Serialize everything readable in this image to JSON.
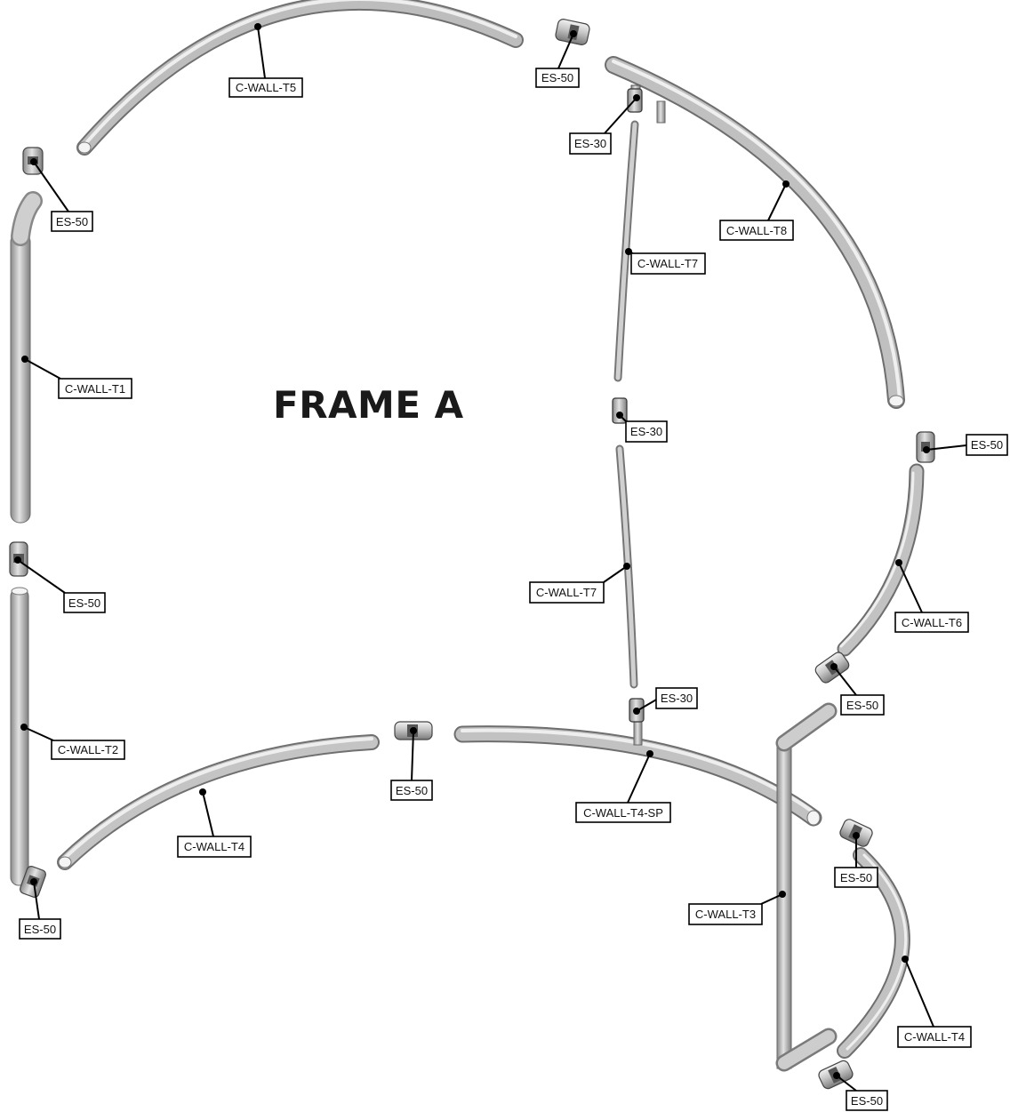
{
  "title": "FRAME A",
  "labels": {
    "t5": "C-WALL-T5",
    "es50_top": "ES-50",
    "es30_top": "ES-30",
    "es50_left_top": "ES-50",
    "t8": "C-WALL-T8",
    "t7_upper": "C-WALL-T7",
    "t1": "C-WALL-T1",
    "es30_mid": "ES-30",
    "es50_right": "ES-50",
    "es50_left_mid": "ES-50",
    "t7_lower": "C-WALL-T7",
    "t6": "C-WALL-T6",
    "es50_t6_bottom": "ES-50",
    "es30_bottom": "ES-30",
    "t2": "C-WALL-T2",
    "es50_center": "ES-50",
    "t4sp": "C-WALL-T4-SP",
    "t4_left": "C-WALL-T4",
    "es50_right_low": "ES-50",
    "t3": "C-WALL-T3",
    "es50_left_bottom": "ES-50",
    "t4_right": "C-WALL-T4",
    "es50_bottom": "ES-50"
  },
  "colors": {
    "tube_light": "#e4e4e4",
    "tube_mid": "#b4b4b4",
    "tube_dark": "#7c7c7c",
    "ink": "#000000"
  }
}
